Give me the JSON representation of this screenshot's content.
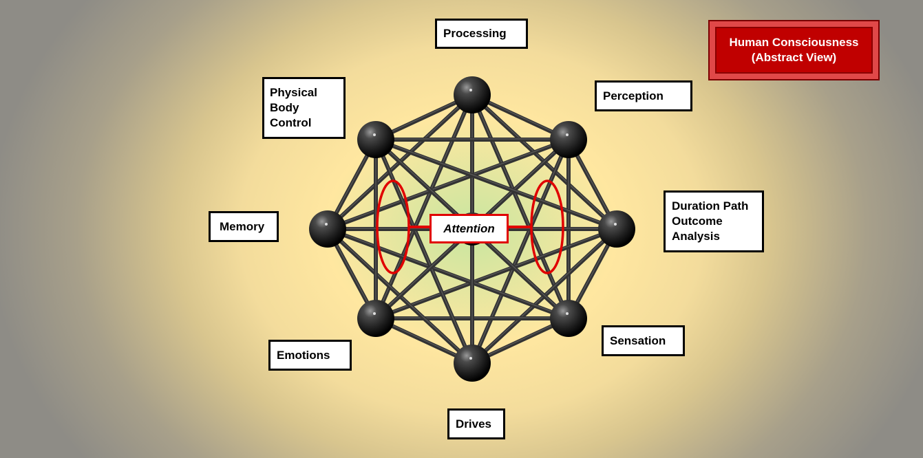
{
  "title": {
    "line1": "Human Consciousness",
    "line2": "(Abstract View)"
  },
  "center_label": "Attention",
  "labels": {
    "processing": "Processing",
    "physical_body_control": [
      "Physical",
      "Body",
      "Control"
    ],
    "perception": "Perception",
    "memory": "Memory",
    "duration_path_outcome_analysis": [
      "Duration Path",
      "Outcome",
      "Analysis"
    ],
    "emotions": "Emotions",
    "sensation": "Sensation",
    "drives": "Drives"
  },
  "colors": {
    "title_fill": "#c00000",
    "title_text": "#ffffff",
    "attention_outline": "#e00000",
    "node_fill": "#2b2b2b",
    "strut": "#333333"
  }
}
